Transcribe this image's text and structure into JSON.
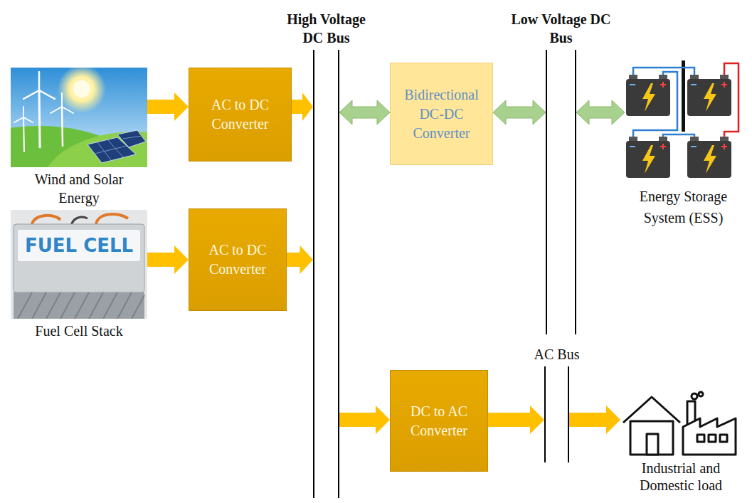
{
  "diagram": {
    "nodes": [
      {
        "text": [
          "Wind and Solar Energy"
        ]
      },
      {
        "text": [
          "AC to DC Converter"
        ]
      },
      {
        "text": [
          "Fuel Cell Stack"
        ]
      },
      {
        "text": [
          "AC to DC Converter"
        ]
      },
      {
        "text": [
          "High Voltage DC Bus"
        ]
      },
      {
        "text": [
          "Bidirectional DC-DC Converter"
        ]
      },
      {
        "text": [
          "Low Voltage DC Bus"
        ]
      },
      {
        "text": [
          "Energy Storage System (ESS)"
        ]
      },
      {
        "text": [
          "DC to AC Converter"
        ]
      },
      {
        "text": [
          "AC Bus"
        ]
      },
      {
        "text": [
          "Industrial and Domestic load"
        ]
      }
    ],
    "edges": [
      {
        "from": 0,
        "to": 1,
        "arrow": "to"
      },
      {
        "from": 1,
        "to": 4,
        "arrow": "to"
      },
      {
        "from": 2,
        "to": 3,
        "arrow": "to"
      },
      {
        "from": 3,
        "to": 4,
        "arrow": "to"
      },
      {
        "from": 4,
        "to": 5,
        "arrow": "both"
      },
      {
        "from": 5,
        "to": 6,
        "arrow": "both"
      },
      {
        "from": 6,
        "to": 7,
        "arrow": "both"
      },
      {
        "from": 4,
        "to": 8,
        "arrow": "to"
      },
      {
        "from": 8,
        "to": 9,
        "arrow": "to"
      },
      {
        "from": 9,
        "to": 10,
        "arrow": "to"
      }
    ],
    "labels": [
      "FUEL CELL"
    ]
  }
}
